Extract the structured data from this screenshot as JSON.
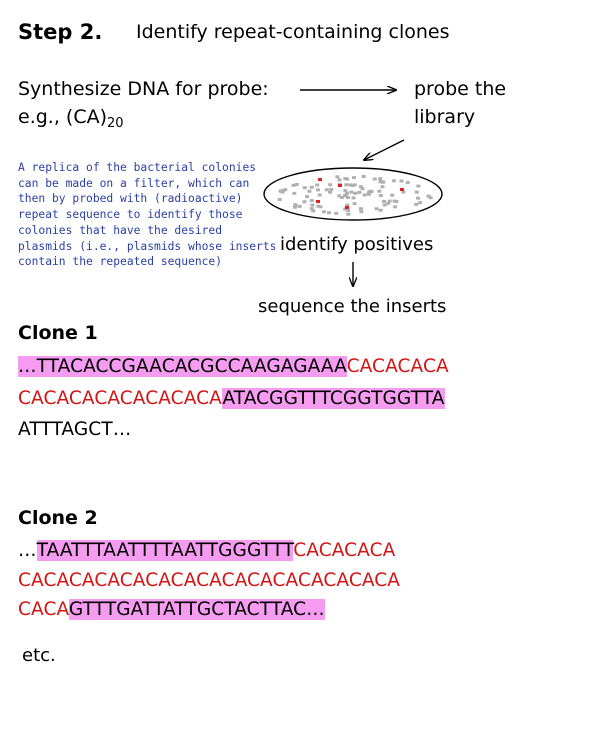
{
  "step": {
    "label": "Step 2.",
    "title": "Identify repeat-containing clones"
  },
  "probe": {
    "line1": "Synthesize DNA for probe:",
    "line2_prefix": "e.g., (CA)",
    "line2_sub": "20"
  },
  "target": {
    "line1": "probe the",
    "line2": "library"
  },
  "note": {
    "lines": [
      "A replica of the bacterial colonies",
      "can be made on a filter, which can",
      "then by probed with (radioactive)",
      "repeat sequence to identify those",
      "colonies that have the desired",
      "plasmids (i.e., plasmids whose inserts",
      "contain the repeated sequence)"
    ]
  },
  "positives": "identify positives",
  "sequence_label": "sequence the inserts",
  "clone1": {
    "title": "Clone 1",
    "line1": {
      "hl": "…TTACACCGAACACGCCAAGAGAAA",
      "repeat": "CACACACA"
    },
    "line2": {
      "repeat": "CACACACACACACACA",
      "hl": "ATACGGTTTCGGTGGTTA"
    },
    "line3": {
      "plain": "ATTTAGCT…"
    }
  },
  "clone2": {
    "title": "Clone 2",
    "line1": {
      "plain": "…",
      "hl": "TAATTTAATTTTAATTGGGTTT",
      "repeat": "CACACACA"
    },
    "line2": {
      "repeat": "CACACACACACACACACACACACACACACA"
    },
    "line3": {
      "repeat": "CACA",
      "hl": "GTTTGATTATTGCTACTTAC…"
    }
  },
  "etc": "etc.",
  "colors": {
    "highlight": "#f59cf1",
    "repeat": "#d41414",
    "note": "#2a3fa6",
    "positive_colony": "#e02020",
    "colony": "#b0b0b0"
  }
}
